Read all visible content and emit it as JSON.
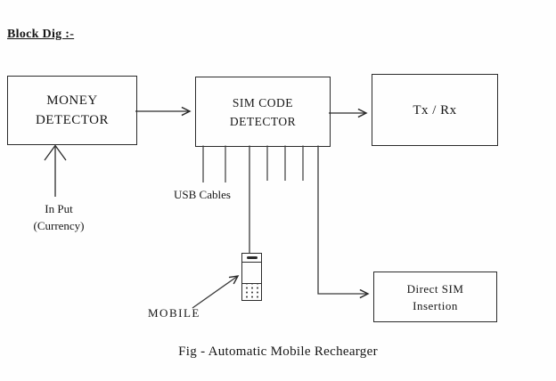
{
  "page": {
    "background": "#ffffff",
    "ink_color": "#2b2b2b",
    "text_color": "#161616"
  },
  "heading": {
    "label": "Block Dig :-"
  },
  "boxes": {
    "money_detector": {
      "line1": "MONEY",
      "line2": "DETECTOR"
    },
    "sim_code_detector": {
      "line1": "SIM CODE",
      "line2": "DETECTOR"
    },
    "tx_rx": {
      "label": "Tx / Rx"
    },
    "direct_sim_insertion": {
      "line1": "Direct SIM",
      "line2": "Insertion"
    }
  },
  "annotations": {
    "input": {
      "line1": "In Put",
      "line2": "(Currency)"
    },
    "usb_cables": "USB Cables",
    "mobile": "MOBILE"
  },
  "icons": {
    "mobile_phone": "mobile-phone-icon"
  },
  "caption": "Fig - Automatic Mobile Rechearger"
}
